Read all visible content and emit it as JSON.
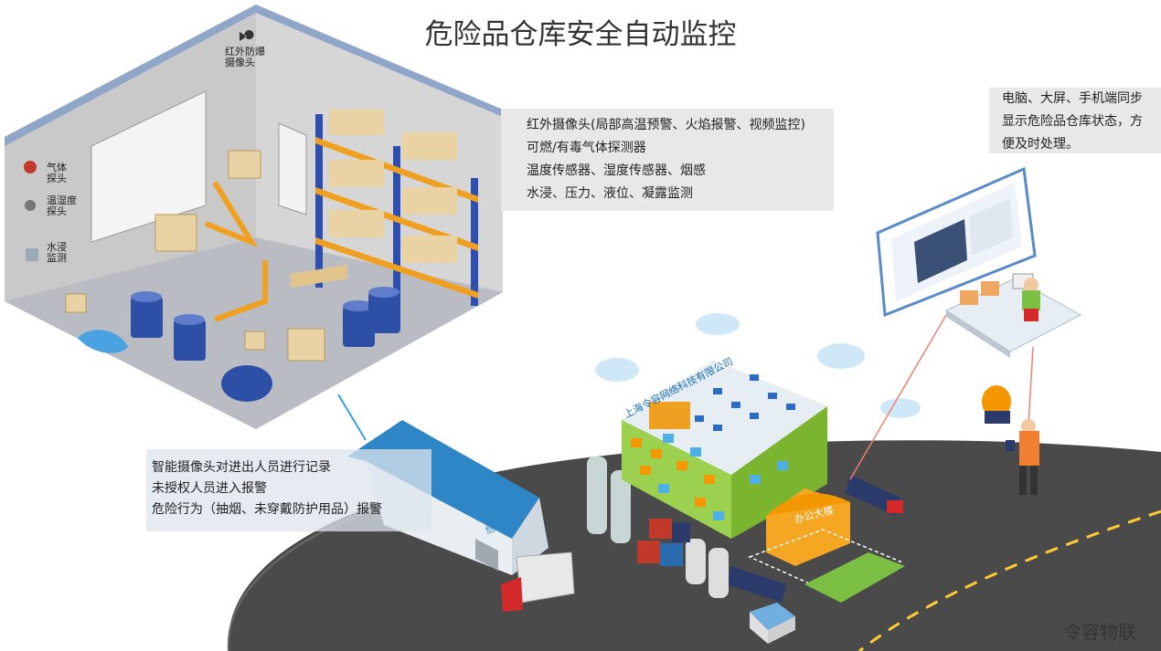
{
  "title": "危险品仓库安全自动监控",
  "warehouse_labels": {
    "ir_camera": [
      "红外防爆",
      "摄像头"
    ],
    "gas_probe": [
      "气体",
      "探头"
    ],
    "th_probe": [
      "温湿度",
      "探头"
    ],
    "water_monitor": [
      "水浸",
      "监测"
    ]
  },
  "monitoring_items": [
    "红外摄像头(局部高温预警、火焰报警、视频监控)",
    "可燃/有毒气体探测器",
    "温度传感器、湿度传感器、烟感",
    "水浸、压力、液位、凝露监测"
  ],
  "sync_note": [
    "电脑、大屏、手机端同步",
    "显示危险品仓库状态，方",
    "便及时处理。"
  ],
  "person_alerts": [
    "智能摄像头对进出人员进行记录",
    "未授权人员进入报警",
    "危险行为（抽烟、未穿戴防护用品）报警"
  ],
  "buildings": {
    "company_sign": "上海令容网络科技有限公司",
    "office_sign": "办公大楼",
    "warehouse_sign": "危险品仓库"
  },
  "brand": "令容物联",
  "colors": {
    "road": "#4a4a4a",
    "shelf": "#2f4fb0",
    "box": "#e9d3a4",
    "drum": "#2e4fa6",
    "building_green": "#8cc63f",
    "beam": "#f08070",
    "alarm": "#f39800"
  }
}
